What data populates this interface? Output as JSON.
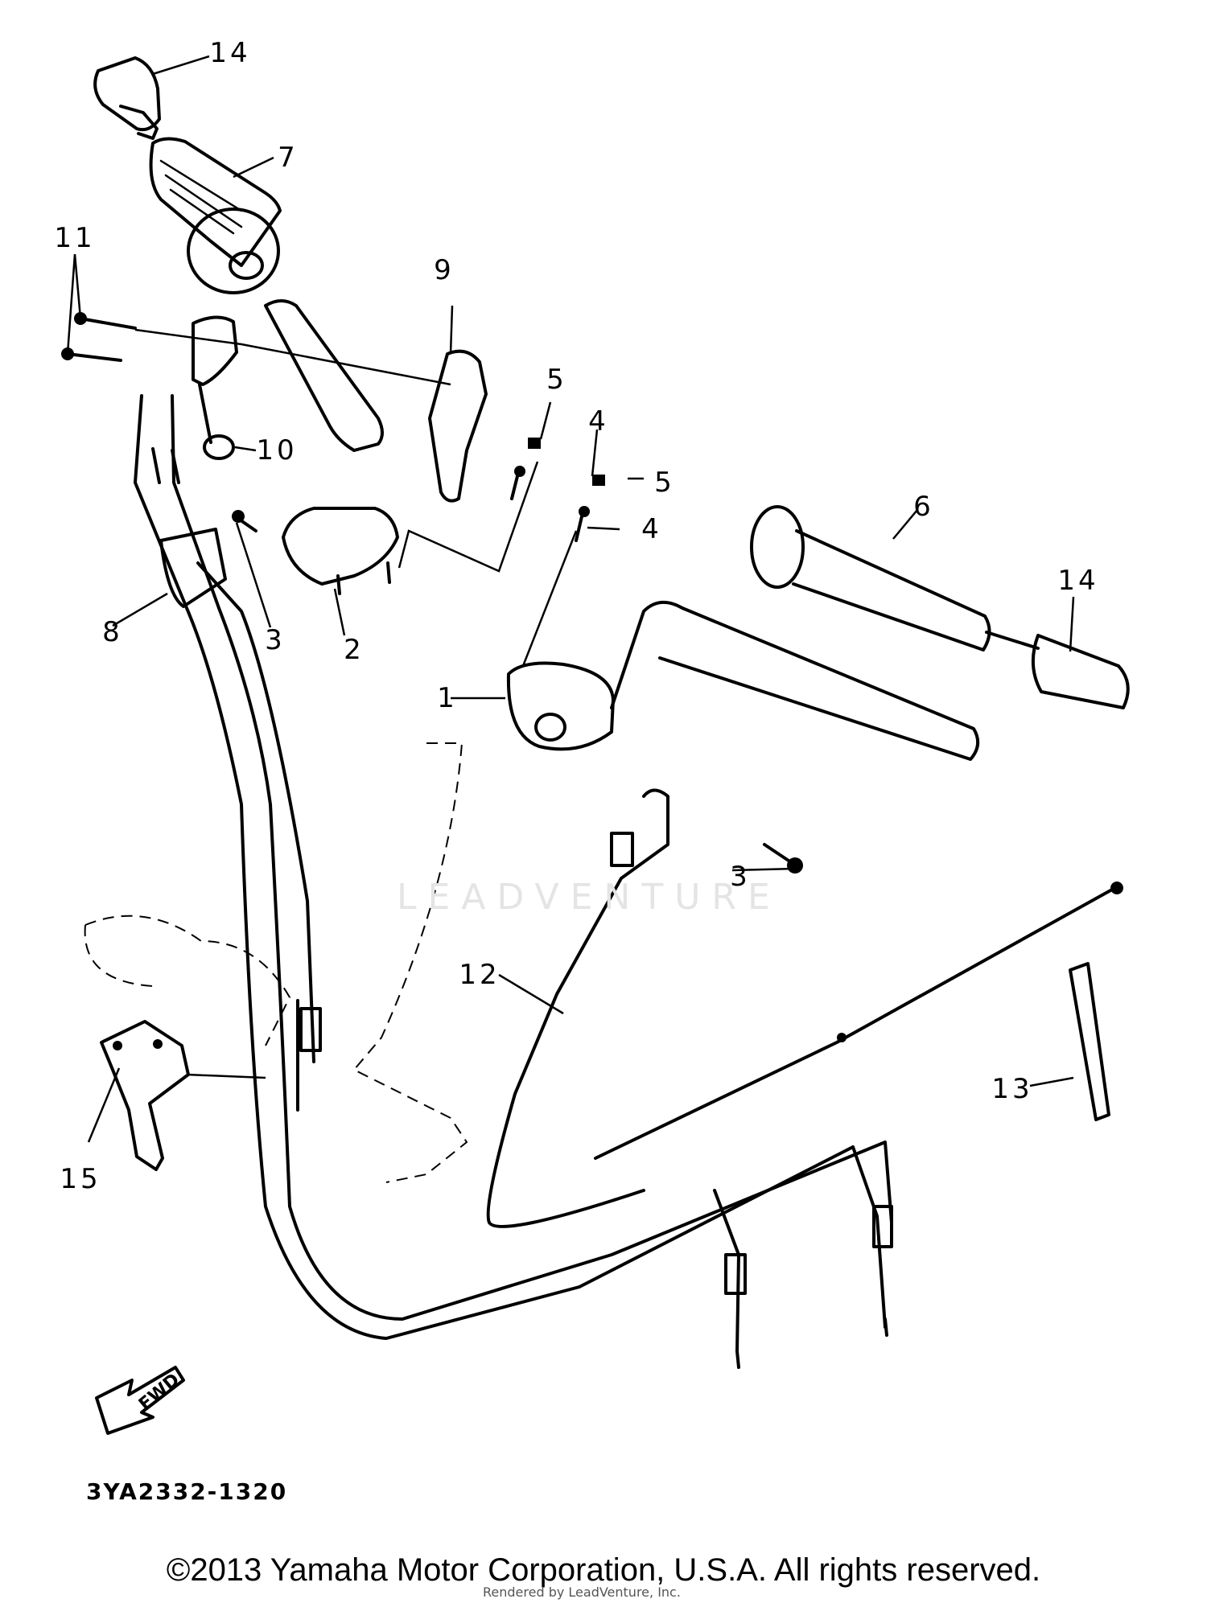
{
  "diagram": {
    "part_numbers": [
      "1",
      "2",
      "3",
      "3",
      "4",
      "4",
      "5",
      "5",
      "6",
      "7",
      "8",
      "9",
      "10",
      "11",
      "12",
      "13",
      "14",
      "14",
      "15"
    ],
    "callouts": {
      "n1": "1",
      "n2": "2",
      "n3a": "3",
      "n3b": "3",
      "n4a": "4",
      "n4b": "4",
      "n5a": "5",
      "n5b": "5",
      "n6": "6",
      "n7": "7",
      "n8": "8",
      "n9": "9",
      "n10": "10",
      "n11": "11",
      "n12": "12",
      "n13": "13",
      "n14a": "14",
      "n14b": "14",
      "n15": "15"
    },
    "direction_marker": "FWD",
    "drawing_number": "3YA2332-1320",
    "watermark": "LEADVENTURE",
    "sub_credit": "Rendered by LeadVenture, Inc."
  },
  "footer": {
    "copyright": "©2013 Yamaha Motor Corporation, U.S.A. All rights reserved."
  }
}
